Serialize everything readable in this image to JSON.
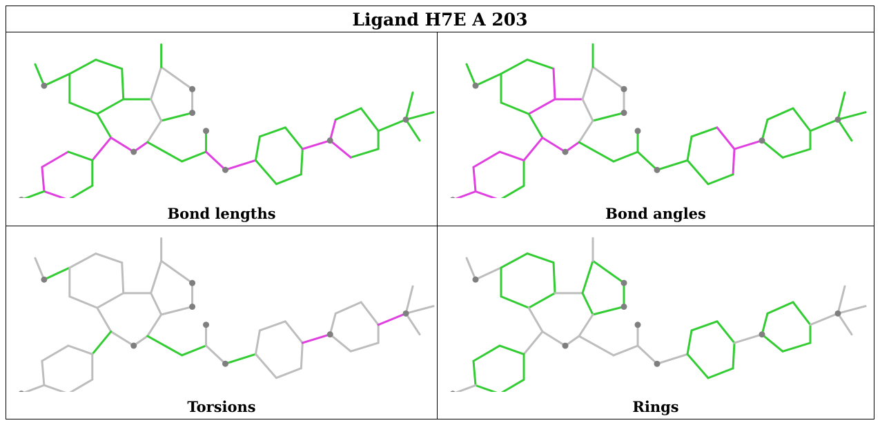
{
  "title": "Ligand H7E A 203",
  "panels": [
    {
      "caption": "Bond lengths"
    },
    {
      "caption": "Bond angles"
    },
    {
      "caption": "Torsions"
    },
    {
      "caption": "Rings"
    }
  ],
  "colors": {
    "green": "#33cc33",
    "magenta": "#e040e0",
    "gray": "#bdbdbd",
    "atom": "#7f7f7f"
  }
}
